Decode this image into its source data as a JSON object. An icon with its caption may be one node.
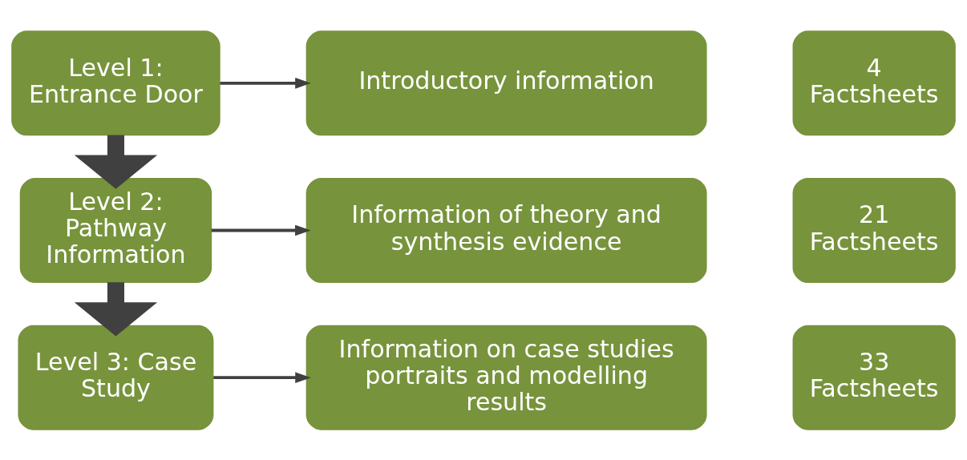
{
  "diagram": {
    "nodes": [
      {
        "text": [
          "Level 1: Entrance Door"
        ]
      },
      {
        "text": [
          "Introductory information"
        ]
      },
      {
        "text": [
          "4 Factsheets"
        ]
      },
      {
        "text": [
          "Level 2: Pathway Information"
        ]
      },
      {
        "text": [
          "Information of theory and synthesis evidence"
        ]
      },
      {
        "text": [
          "21 Factsheets"
        ]
      },
      {
        "text": [
          "Level 3: Case Study"
        ]
      },
      {
        "text": [
          "Information on case studies portraits and modelling results"
        ]
      },
      {
        "text": [
          "33 Factsheets"
        ]
      }
    ],
    "edges": [
      {
        "from": 0,
        "to": 1,
        "arrow": "to"
      },
      {
        "from": 0,
        "to": 3,
        "arrow": "to",
        "style": "thick"
      },
      {
        "from": 3,
        "to": 4,
        "arrow": "to"
      },
      {
        "from": 3,
        "to": 6,
        "arrow": "to",
        "style": "thick"
      },
      {
        "from": 6,
        "to": 7,
        "arrow": "to"
      }
    ]
  }
}
